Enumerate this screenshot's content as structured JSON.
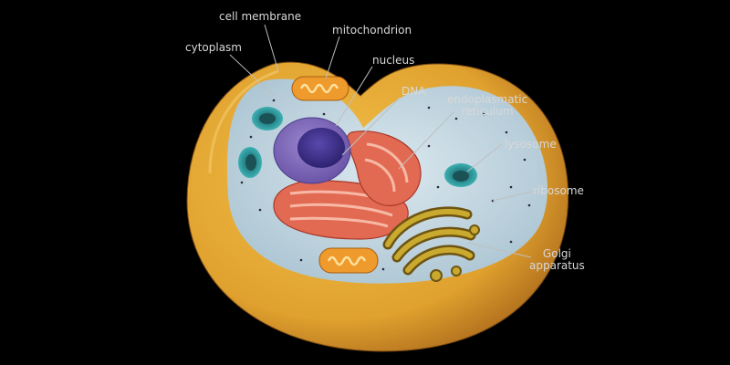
{
  "labels": {
    "cell_membrane": "cell membrane",
    "mitochondrion": "mitochondrion",
    "cytoplasm": "cytoplasm",
    "nucleus": "nucleus",
    "dna": "DNA",
    "er_line1": "endoplasmatic",
    "er_line2": "reticulum",
    "lysosome": "lysosome",
    "ribosome": "ribosome",
    "golgi_line1": "Golgi",
    "golgi_line2": "apparatus"
  },
  "colors": {
    "background": "#000000",
    "membrane": "#e0a12e",
    "cytoplasm": "#c4d8e2",
    "nucleus": "#7a62b6",
    "nucleolus": "#3b2d8a",
    "er": "#e26a52",
    "mitochondrion": "#ef9a2c",
    "golgi": "#a88a24",
    "lysosome": "#2a8a8e",
    "leader_line": "#bfbfbf"
  }
}
